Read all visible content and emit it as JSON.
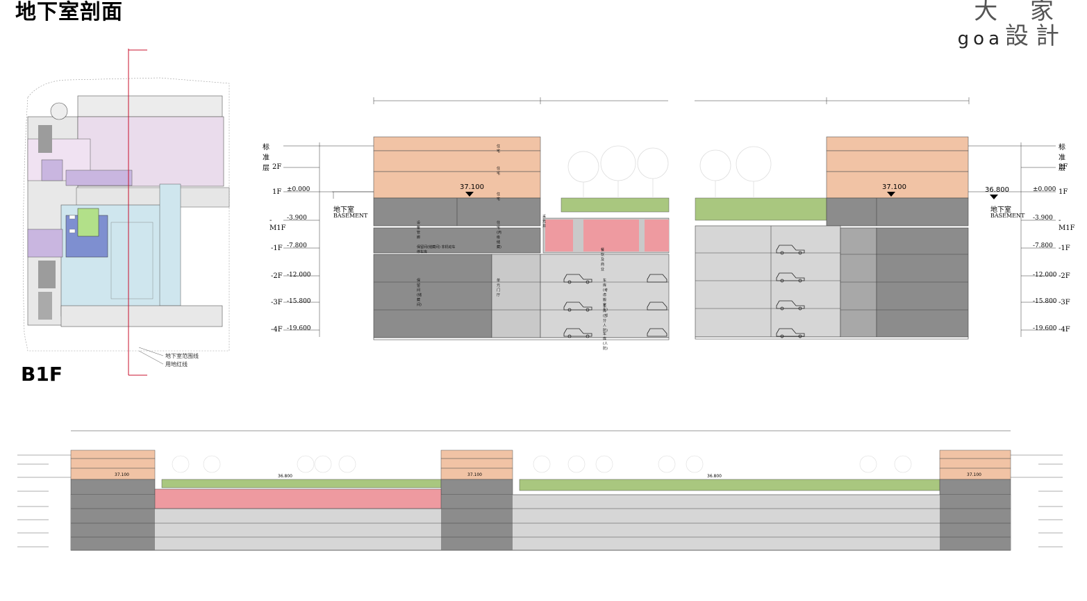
{
  "title": "地下室剖面",
  "logo": {
    "cn_top": "大 家",
    "en": "goa",
    "cn_bottom": "設計"
  },
  "plan": {
    "label": "B1F",
    "legend": [
      "地下室范围线",
      "用地红线"
    ]
  },
  "section_left": {
    "levels": [
      "标准层",
      "2F",
      "1F",
      "-M1F",
      "-1F",
      "-2F",
      "-3F",
      "-4F"
    ],
    "elevations": [
      "±0.000",
      "-3.900",
      "-7.800",
      "-12.000",
      "-15.800",
      "-19.600"
    ],
    "basement_cn": "地下室",
    "basement_en": "BASEMENT",
    "elev_marker": "37.100",
    "room_labels": [
      "住宅",
      "住宅",
      "住宅",
      "设备管廊",
      "住宅(丙级储藏)",
      "保留间(储藏间) 非机动车停车库",
      "餐饮及商业",
      "保留间(储藏间)",
      "单元门厅",
      "车库(考虑搬家车)",
      "车库(部分人防)",
      "车库(人防)",
      "采光井"
    ]
  },
  "section_right": {
    "levels": [
      "标准层",
      "2F",
      "1F",
      "-M1F",
      "-1F",
      "-2F",
      "-3F",
      "-4F"
    ],
    "elevations": [
      "±0.000",
      "-3.900",
      "-7.800",
      "-12.000",
      "-15.800",
      "-19.600"
    ],
    "basement_cn": "地下室",
    "basement_en": "BASEMENT",
    "elev_marker": "37.100",
    "elev_marker2": "36.800"
  },
  "section_long": {
    "markers": [
      "37.100",
      "36.800",
      "37.100",
      "36.800",
      "37.100"
    ]
  },
  "colors": {
    "residential": "#f1c3a5",
    "green_roof": "#a9c77f",
    "retail": "#ee9aa0",
    "storage": "#8c8c8c",
    "garage": "#c9c9c9",
    "plan_purple": "#c9b6e0",
    "plan_blue": "#cfe6ee",
    "red_line": "#c8102e"
  }
}
